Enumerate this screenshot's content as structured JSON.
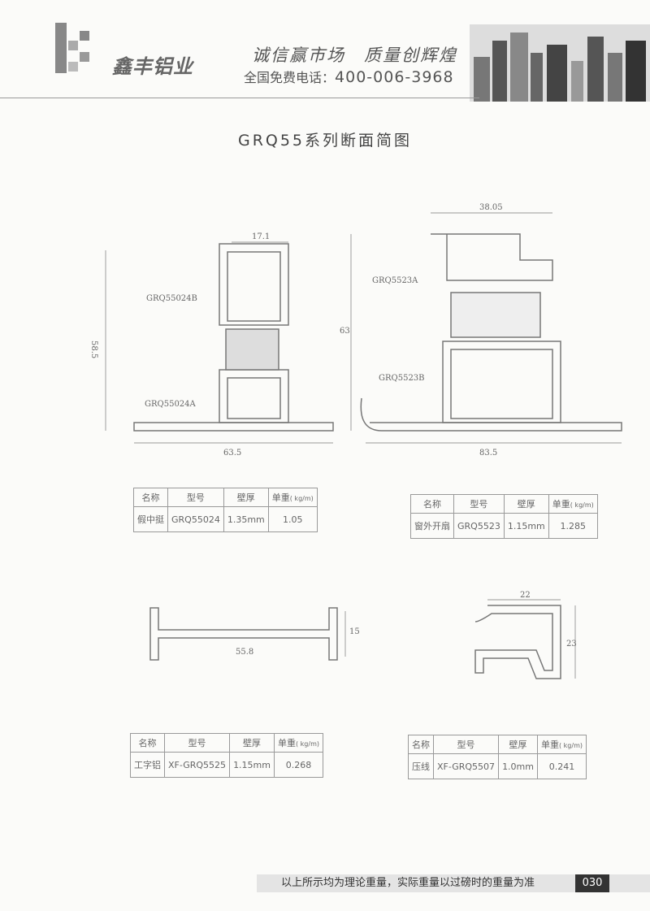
{
  "header": {
    "brand": "鑫丰铝业",
    "slogan": "诚信赢市场　质量创辉煌",
    "phone_label": "全国免费电话：",
    "phone": "400-006-3968"
  },
  "title": "GRQ55系列断面简图",
  "profiles": [
    {
      "labels": [
        "GRQ55024B",
        "GRQ55024A"
      ],
      "dims": [
        "17.1",
        "58.5",
        "63.5"
      ]
    },
    {
      "labels": [
        "GRQ5523A",
        "GRQ5523B"
      ],
      "dims": [
        "38.05",
        "63",
        "83.5"
      ]
    },
    {
      "labels": [],
      "dims": [
        "55.8",
        "15"
      ]
    },
    {
      "labels": [],
      "dims": [
        "22",
        "23"
      ]
    }
  ],
  "table_headers": [
    "名称",
    "型号",
    "壁厚",
    "单重",
    "( kg/m)"
  ],
  "tables": [
    {
      "name": "假中挺",
      "model": "GRQ55024",
      "thickness": "1.35mm",
      "weight": "1.05"
    },
    {
      "name": "窗外开扇",
      "model": "GRQ5523",
      "thickness": "1.15mm",
      "weight": "1.285"
    },
    {
      "name": "工字铝",
      "model": "XF-GRQ5525",
      "thickness": "1.15mm",
      "weight": "0.268"
    },
    {
      "name": "压线",
      "model": "XF-GRQ5507",
      "thickness": "1.0mm",
      "weight": "0.241"
    }
  ],
  "footer": {
    "note": "以上所示均为理论重量，实际重量以过磅时的重量为准",
    "page": "030"
  }
}
